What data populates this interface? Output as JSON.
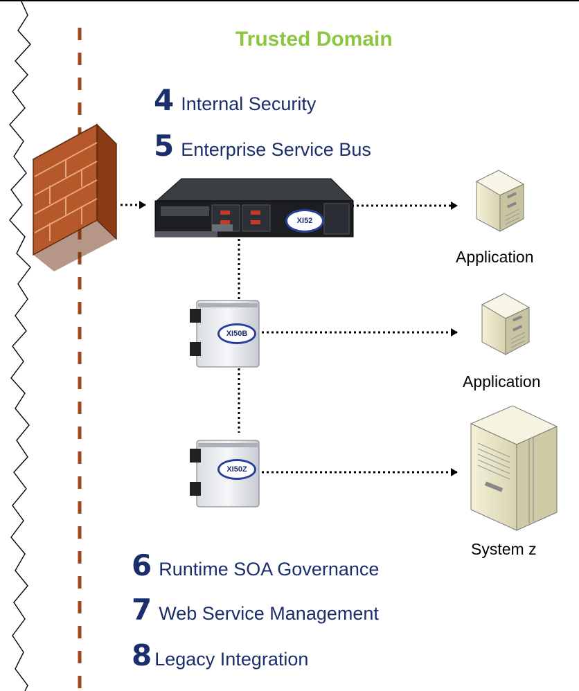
{
  "title": "Trusted Domain",
  "top_items": [
    {
      "num": "4",
      "text": "Internal Security"
    },
    {
      "num": "5",
      "text": "Enterprise Service Bus"
    }
  ],
  "bottom_items": [
    {
      "num": "6",
      "text": "Runtime SOA Governance"
    },
    {
      "num": "7",
      "text": "Web Service Management"
    },
    {
      "num": "8",
      "text": "Legacy Integration"
    }
  ],
  "devices": {
    "xi52": "XI52",
    "xi50b": "XI50B",
    "xi50z": "XI50Z"
  },
  "targets": {
    "app1": "Application",
    "app2": "Application",
    "sysz": "System z"
  },
  "colors": {
    "title": "#8cc63f",
    "text": "#1a2e6b",
    "boundary": "#a0461e",
    "firewall": "#b5582a"
  }
}
